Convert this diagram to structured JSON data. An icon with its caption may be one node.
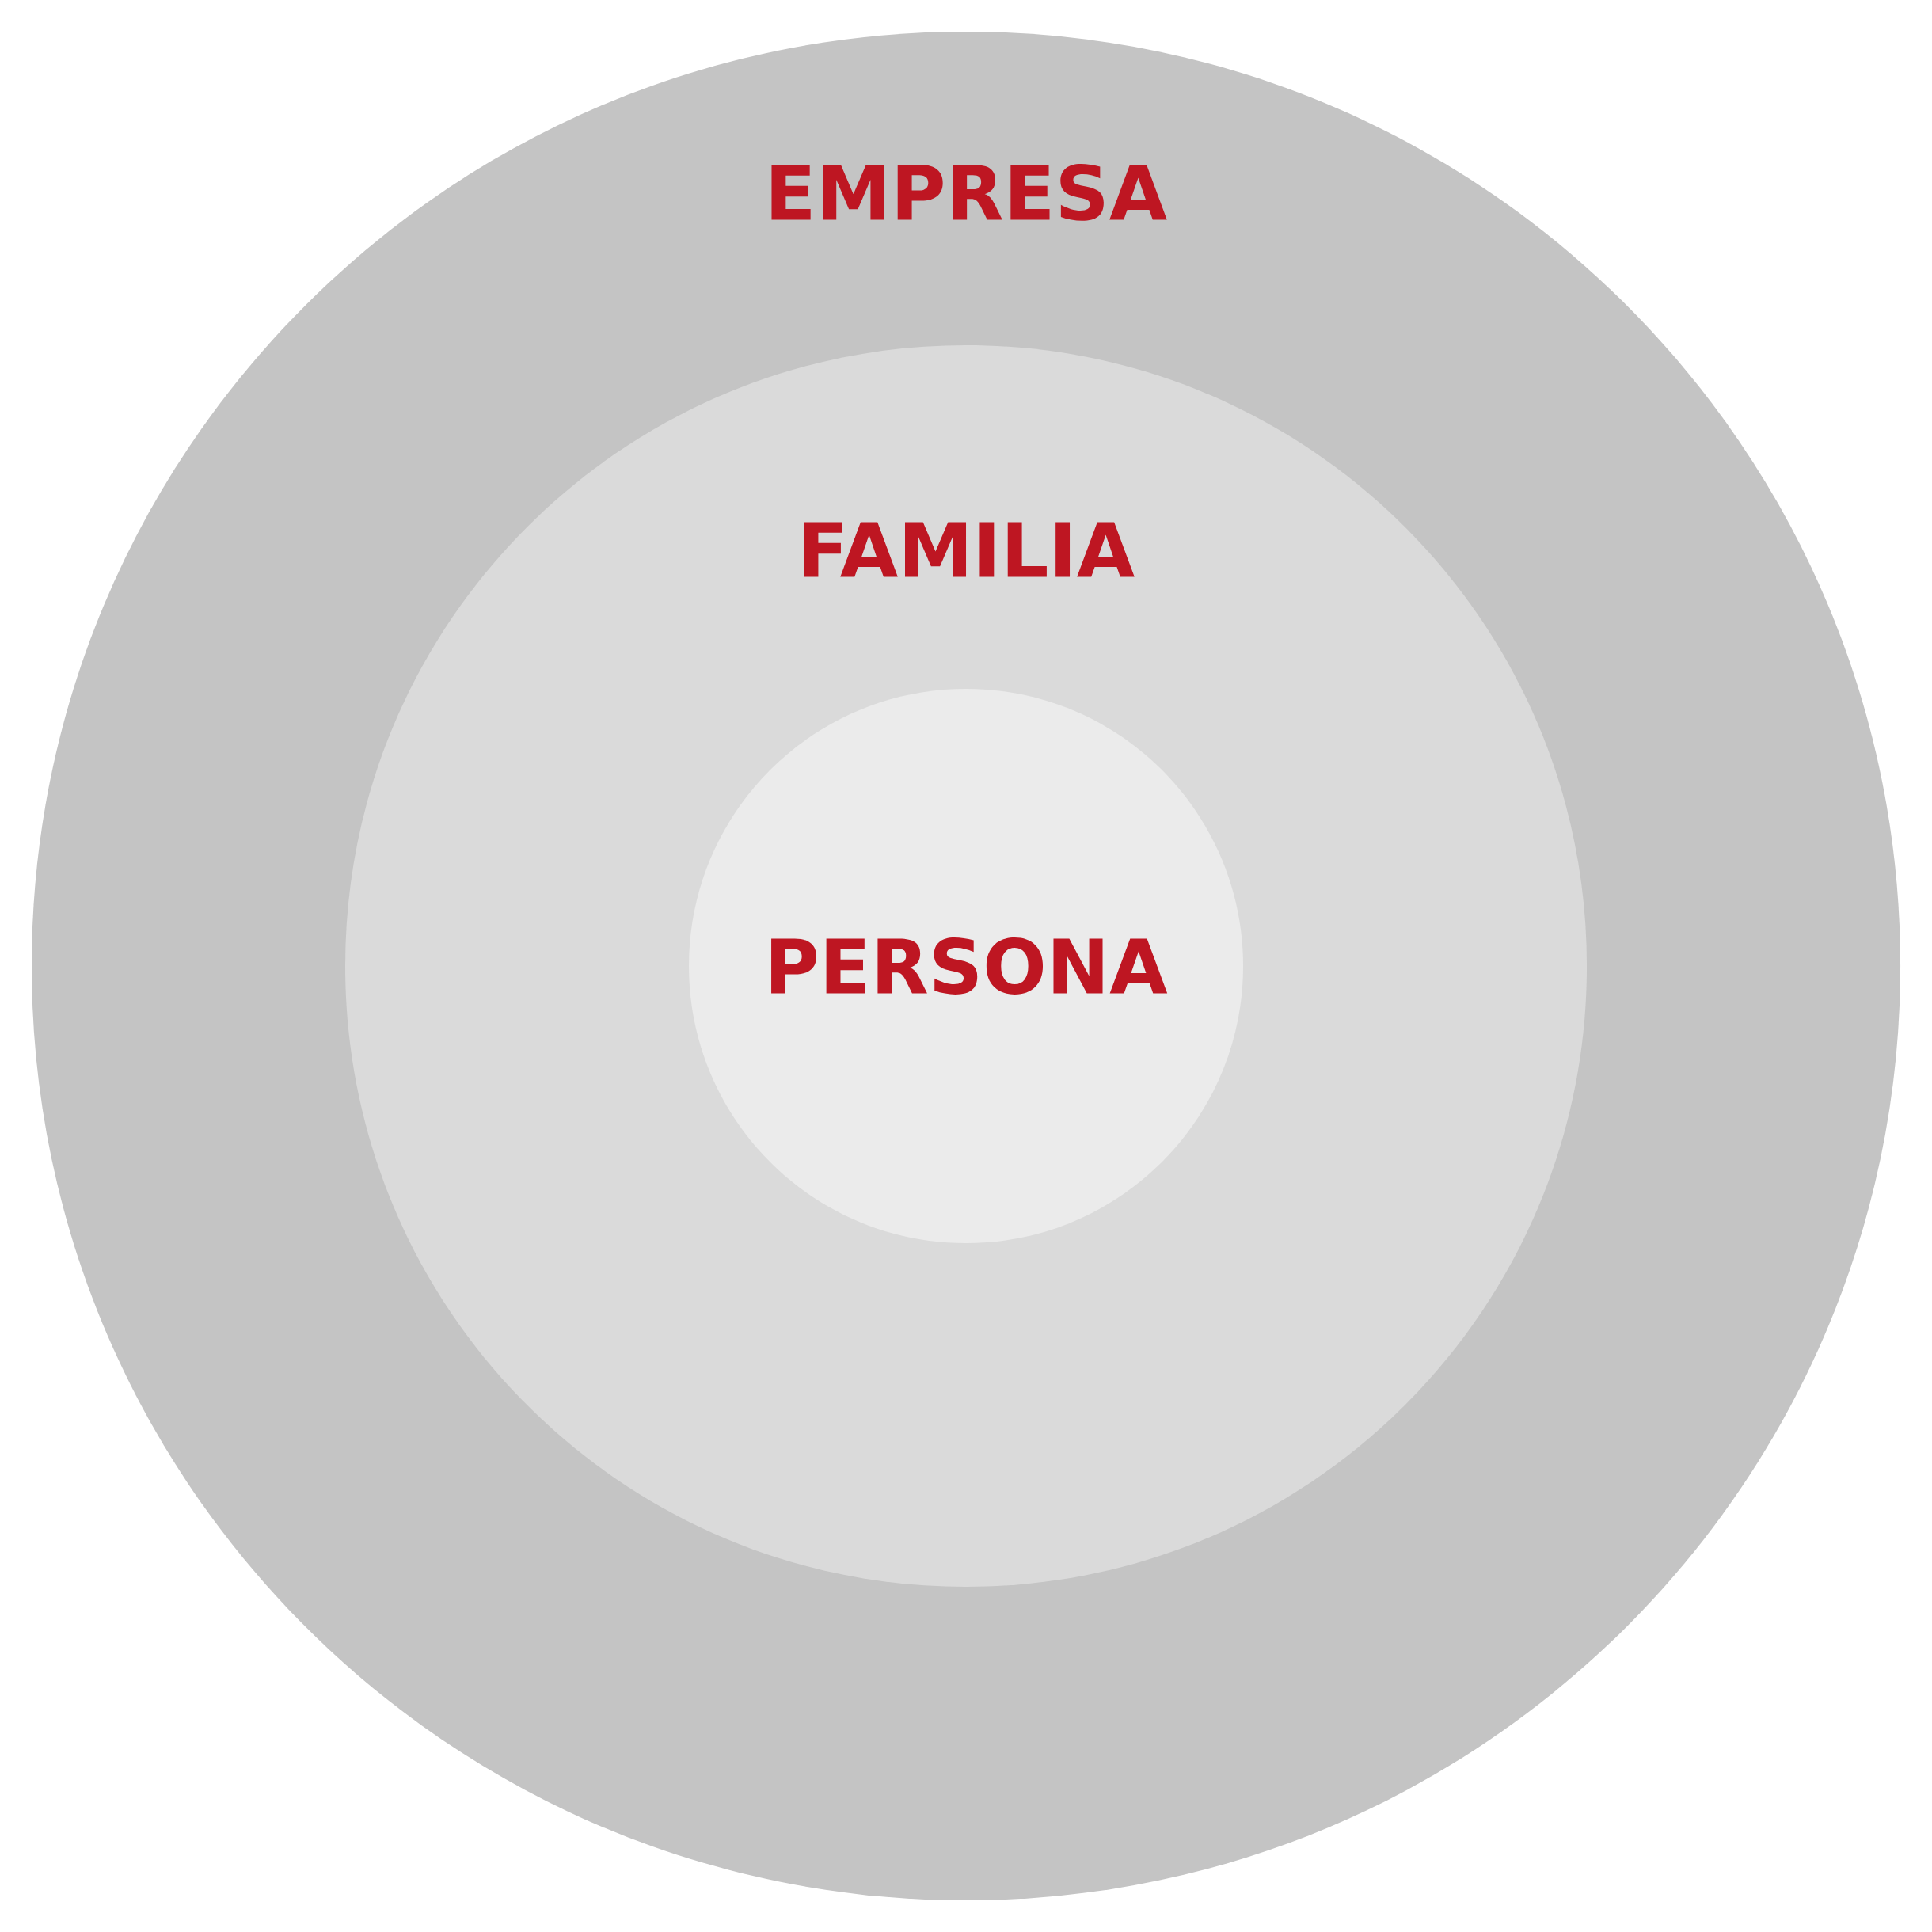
{
  "diagram": {
    "nodes": [
      {
        "text": [
          "EMPRESA"
        ]
      },
      {
        "text": [
          "FAMILIA"
        ],
        "in": 0
      },
      {
        "text": [
          "PERSONA"
        ],
        "in": 1
      }
    ]
  }
}
